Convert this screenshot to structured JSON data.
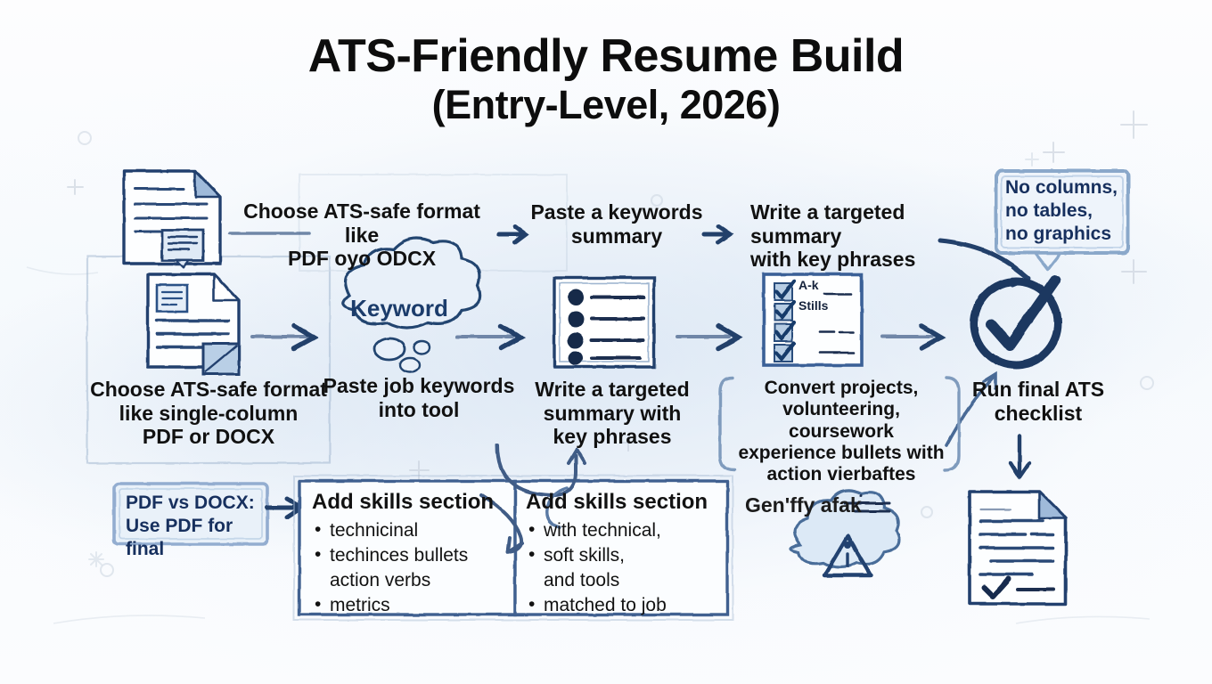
{
  "title": {
    "line1": "ATS-Friendly Resume Build",
    "line2": "(Entry-Level, 2026)"
  },
  "colors": {
    "ink": "#1e3a63",
    "ink_dark": "#13294f",
    "accent_fill": "#b8cde4",
    "text": "#121212",
    "background": "#fbfcfe"
  },
  "top_row": {
    "step1": "Choose ATS-safe format like\nPDF oyo ODCX",
    "step1_line1": "Choose ATS-safe format like",
    "step1_line2": "PDF oyo ODCX",
    "step2_line1": "Paste a keywords",
    "step2_line2": "summary",
    "step3_line1": "Write a targeted summary",
    "step3_line2": "with key phrases"
  },
  "callout": {
    "line1": "No columns,",
    "line2": "no tables,",
    "line3": "no graphics"
  },
  "middle_row": {
    "step1_line1": "Choose ATS-safe format",
    "step1_line2": "like single-column",
    "step1_line3": "PDF or DOCX",
    "step2_line1": "Paste job keywords",
    "step2_line2": "into tool",
    "step3_line1": "Write a targeted",
    "step3_line2": "summary with",
    "step3_line3": "key phrases",
    "step4_line1": "Convert projects,",
    "step4_line2": "volunteering, coursework",
    "step4_line3": "experience bullets with",
    "step4_line4": "action vierbaftes",
    "step5_line1": "Run final ATS",
    "step5_line2": "checklist"
  },
  "keyword_bubble": {
    "label": "Keyword"
  },
  "checklist_icon": {
    "item1": "A-k",
    "item2": "Stills",
    "item3": "",
    "item4": ""
  },
  "bottom_row": {
    "pdf_note": {
      "line1": "PDF vs DOCX:",
      "line2": "Use PDF for final"
    },
    "skills_box_1": {
      "heading": "Add skills section",
      "bullets": [
        {
          "text": "technicinal",
          "bullet": true
        },
        {
          "text": "techinces  bullets",
          "bullet": true
        },
        {
          "text": "action verbs",
          "bullet": false
        },
        {
          "text": "metrics",
          "bullet": true
        }
      ]
    },
    "skills_box_2": {
      "heading": "Add skills section",
      "bullets": [
        {
          "text": "with technical,",
          "bullet": true
        },
        {
          "text": "soft skills,",
          "bullet": true
        },
        {
          "text": "and tools",
          "bullet": false
        },
        {
          "text": "matched to job",
          "bullet": true
        }
      ]
    },
    "garbled_label": "Gen'ffy afak"
  },
  "icons": {
    "doc_top": "document-icon",
    "doc_middle": "document-icon",
    "keyword_cloud": "thought-bubble-icon",
    "bullet_list": "bulleted-list-icon",
    "checklist": "checklist-icon",
    "check_circle": "circled-check-icon",
    "cloud_warning": "cloud-warning-icon",
    "doc_check": "document-check-icon"
  }
}
